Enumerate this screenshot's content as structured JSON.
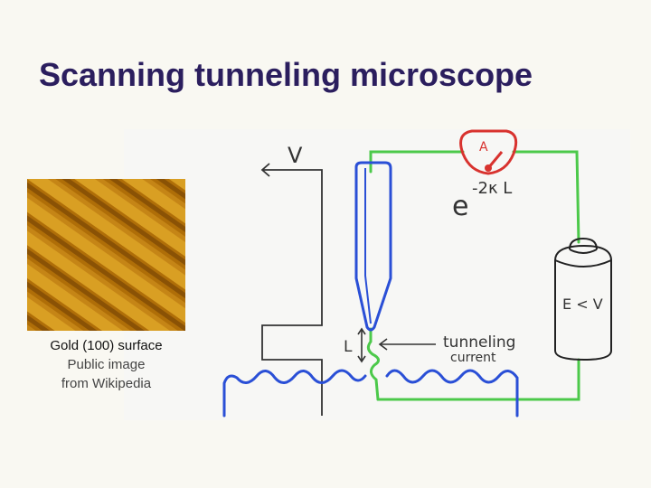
{
  "title": "Scanning tunneling microscope",
  "caption": {
    "line1": "Gold (100) surface",
    "line2": "Public image",
    "line3": "from Wikipedia"
  },
  "diagram": {
    "voltage_label": "V",
    "ammeter_label": "A",
    "decay_base": "e",
    "decay_exponent": "-2κ L",
    "gap_label": "L",
    "tunneling_label_1": "tunneling",
    "tunneling_label_2": "current",
    "battery_label": "E < V"
  },
  "colors": {
    "title": "#2b1e5e",
    "tip": "#2a4fd6",
    "circuit": "#4cc94a",
    "meter": "#d8322e",
    "surface": "#2a4fd6"
  }
}
